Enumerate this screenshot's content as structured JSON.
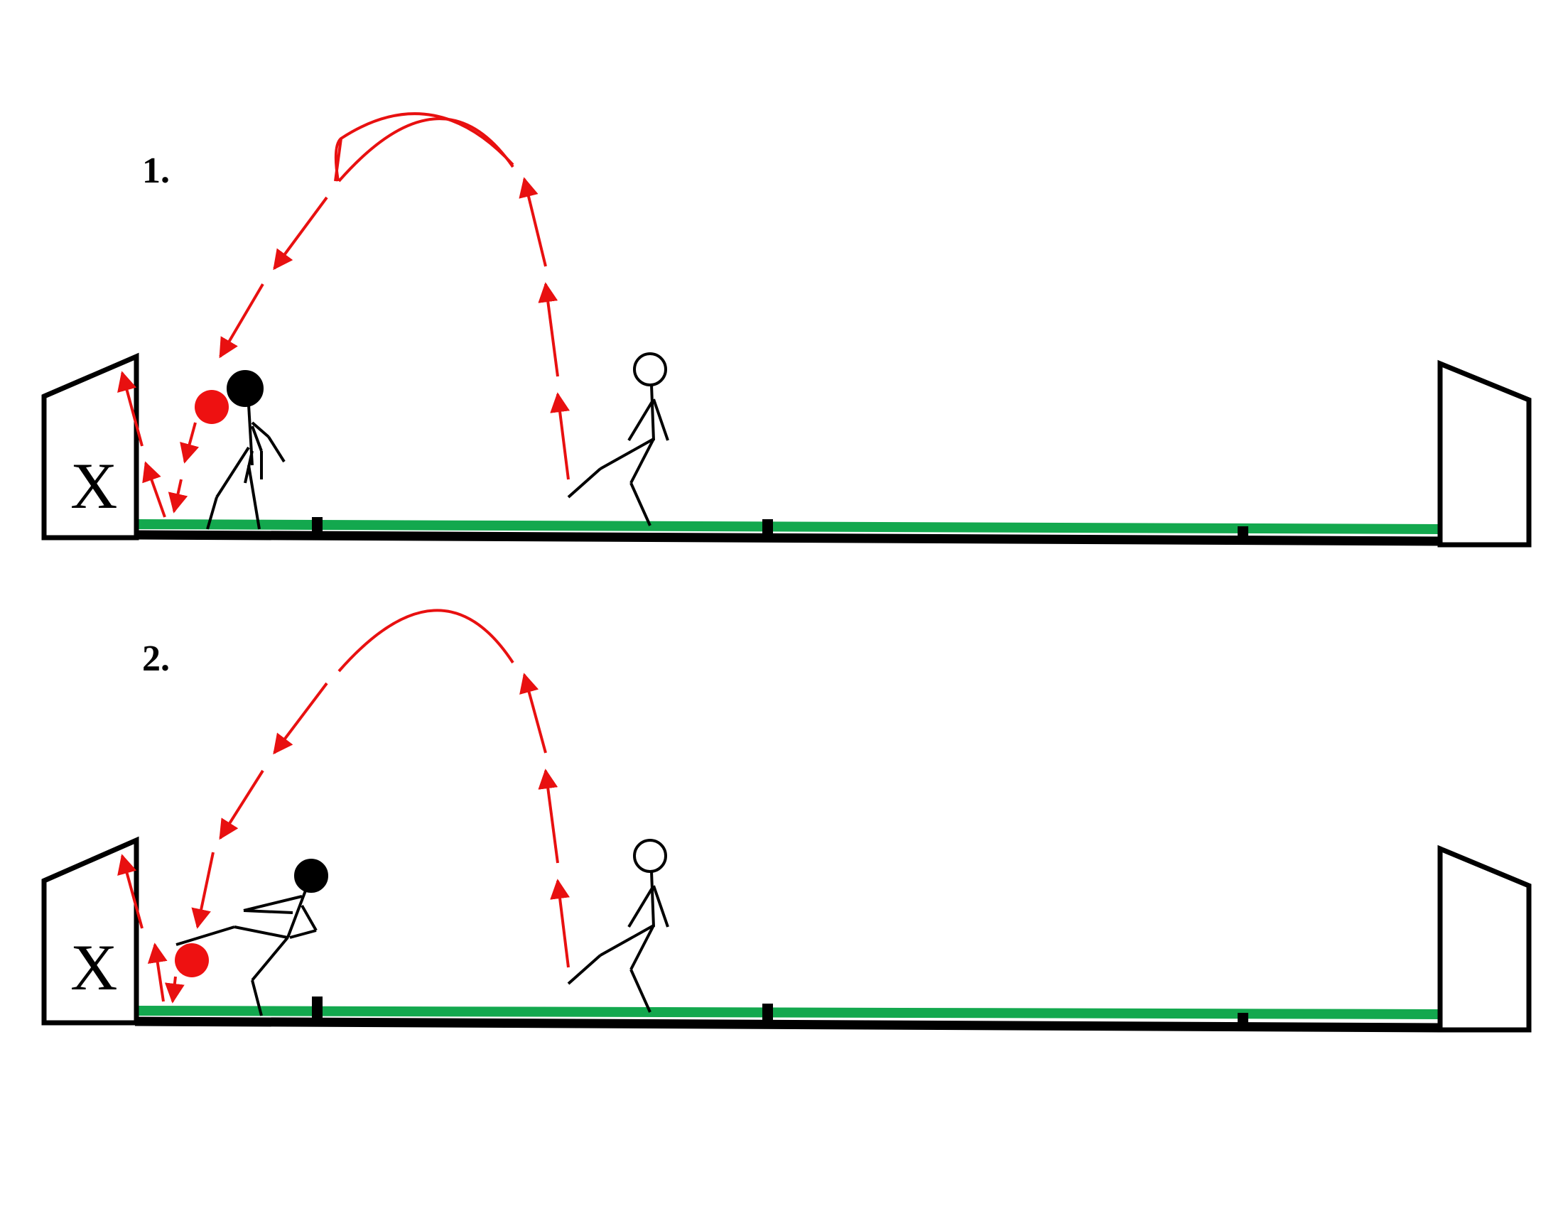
{
  "panels": [
    {
      "number": "1.",
      "goal_label": "X"
    },
    {
      "number": "2.",
      "goal_label": "X"
    }
  ],
  "colors": {
    "ground": "#000000",
    "turf": "#13a84e",
    "ball": "#ee1111",
    "trajectory": "#e81010",
    "player_dark": "#000000",
    "player_light": "#ffffff",
    "outline": "#000000"
  },
  "icons": {
    "ball": "ball-icon",
    "goal": "goal-icon",
    "player": "stick-figure-icon"
  }
}
